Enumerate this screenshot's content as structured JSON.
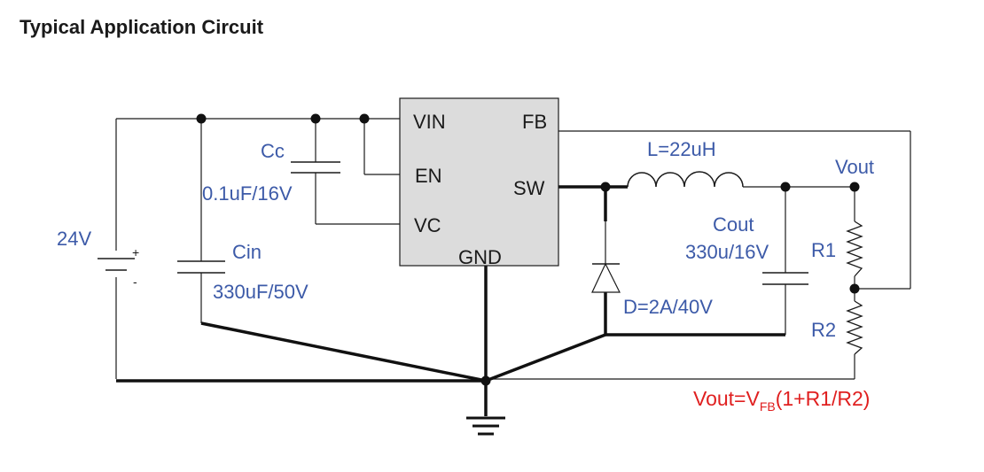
{
  "page_title": "Typical Application Circuit",
  "ic": {
    "pins": {
      "vin": "VIN",
      "en": "EN",
      "vc": "VC",
      "fb": "FB",
      "sw": "SW",
      "gnd": "GND"
    }
  },
  "components": {
    "source_voltage": "24V",
    "battery_plus": "+",
    "battery_minus": "-",
    "cin_label": "Cin",
    "cin_value": "330uF/50V",
    "cc_label": "Cc",
    "cc_value": "0.1uF/16V",
    "inductor": "L=22uH",
    "diode": "D=2A/40V",
    "cout_label": "Cout",
    "cout_value": "330u/16V",
    "vout_label": "Vout",
    "r1": "R1",
    "r2": "R2"
  },
  "formula": {
    "prefix": "Vout=V",
    "subscript": "FB",
    "suffix": "(1+R1/R2)"
  },
  "colors": {
    "label_blue": "#3c5aa8",
    "formula_red": "#e02020",
    "ic_fill": "#dcdcdc",
    "wire": "#111111"
  }
}
